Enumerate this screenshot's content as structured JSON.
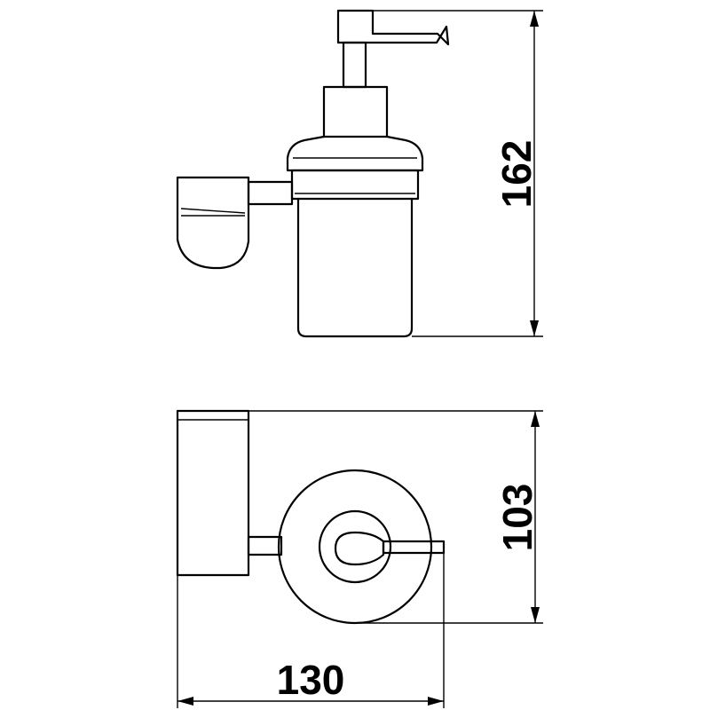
{
  "dimensions": {
    "height": "162",
    "depth": "103",
    "width": "130"
  }
}
